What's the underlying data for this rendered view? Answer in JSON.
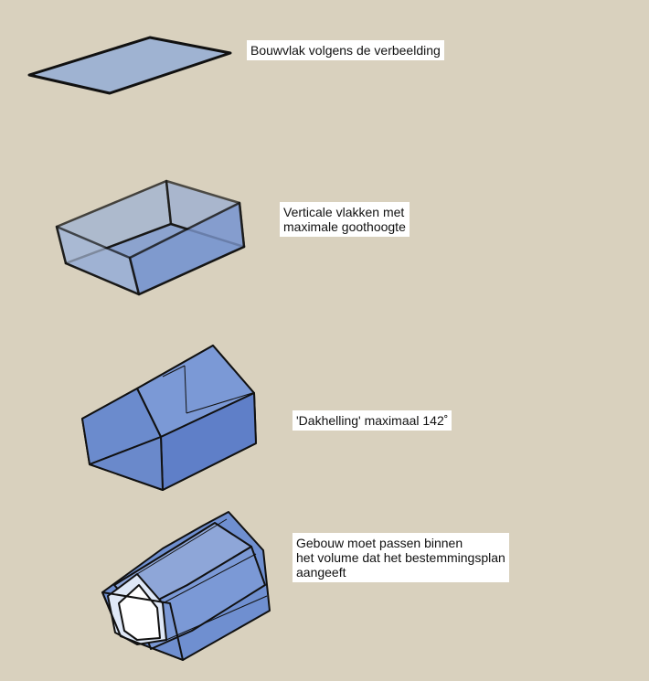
{
  "diagram": {
    "steps": [
      {
        "id": "building-plane",
        "lines": [
          "Bouwvlak volgens de verbeelding"
        ]
      },
      {
        "id": "vertical-planes",
        "lines": [
          "Verticale vlakken met",
          "maximale goothoogte"
        ]
      },
      {
        "id": "roof-slope",
        "lines": [
          "'Dakhelling' maximaal 142˚"
        ]
      },
      {
        "id": "building-fit",
        "lines": [
          "Gebouw moet passen binnen",
          "het volume dat het bestemmingsplan",
          "aangeeft"
        ]
      }
    ],
    "colors": {
      "background": "#d9d1be",
      "face_light": "#9fb3d2",
      "face_mid": "#7f9bd1",
      "face_dark": "#5f7fc8",
      "outline": "#111111",
      "label_bg": "#ffffff"
    }
  }
}
